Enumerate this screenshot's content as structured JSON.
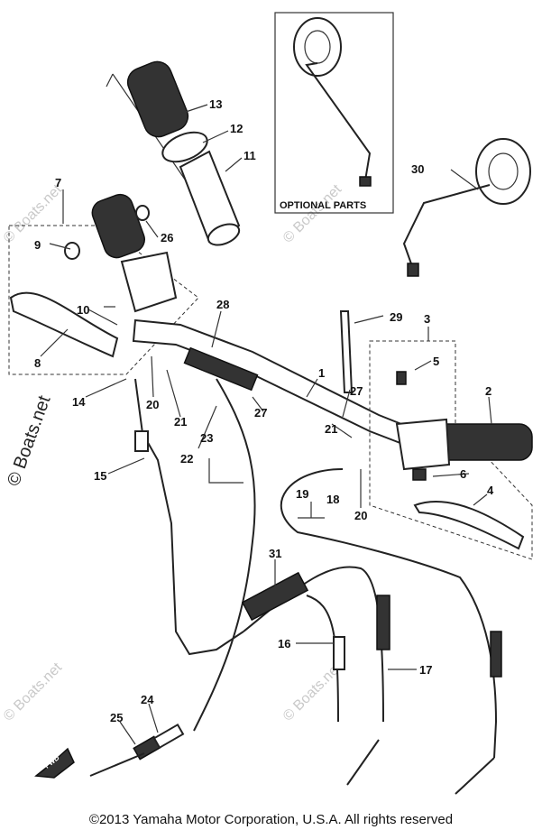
{
  "diagram": {
    "optional_box_label": "OPTIONAL PARTS",
    "arrow_label": "FWD",
    "callouts": [
      "1",
      "2",
      "3",
      "4",
      "5",
      "6",
      "7",
      "8",
      "9",
      "10",
      "11",
      "12",
      "13",
      "14",
      "15",
      "16",
      "17",
      "18",
      "19",
      "20",
      "20",
      "21",
      "21",
      "22",
      "23",
      "24",
      "25",
      "26",
      "27",
      "27",
      "28",
      "29",
      "30",
      "31"
    ],
    "watermark": "© Boats.net"
  },
  "footer": {
    "copyright": "©2013 Yamaha Motor Corporation, U.S.A. All rights reserved"
  }
}
